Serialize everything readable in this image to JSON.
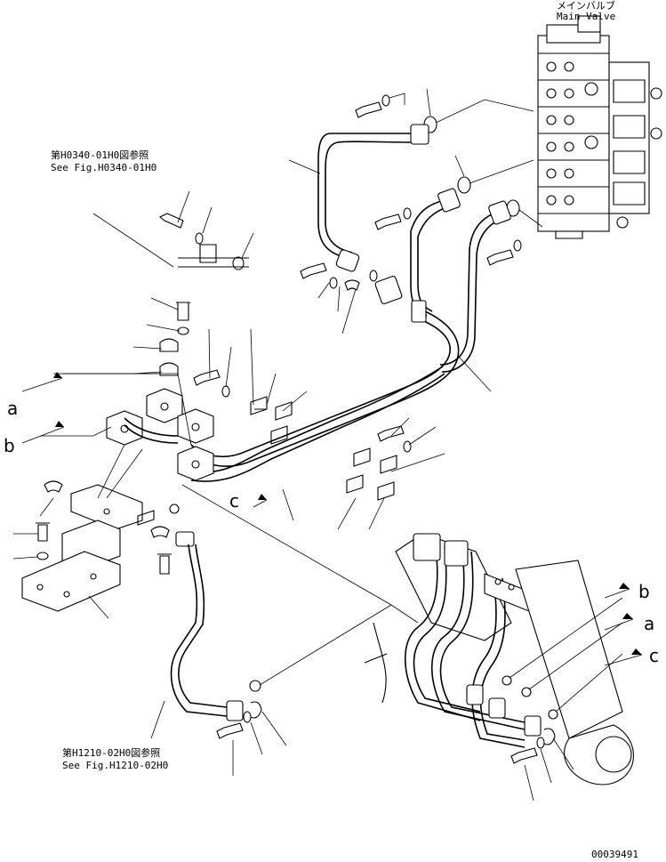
{
  "labels": {
    "main_valve_jp": "メインバルブ",
    "main_valve_en": "Main Valve",
    "ref_top_jp": "第H0340-01H0図参照",
    "ref_top_en": "See Fig.H0340-01H0",
    "ref_bottom_jp": "第H1210-02H0図参照",
    "ref_bottom_en": "See Fig.H1210-02H0",
    "port_a": "a",
    "port_b": "b",
    "port_c": "c",
    "drawing_number": "00039491"
  }
}
